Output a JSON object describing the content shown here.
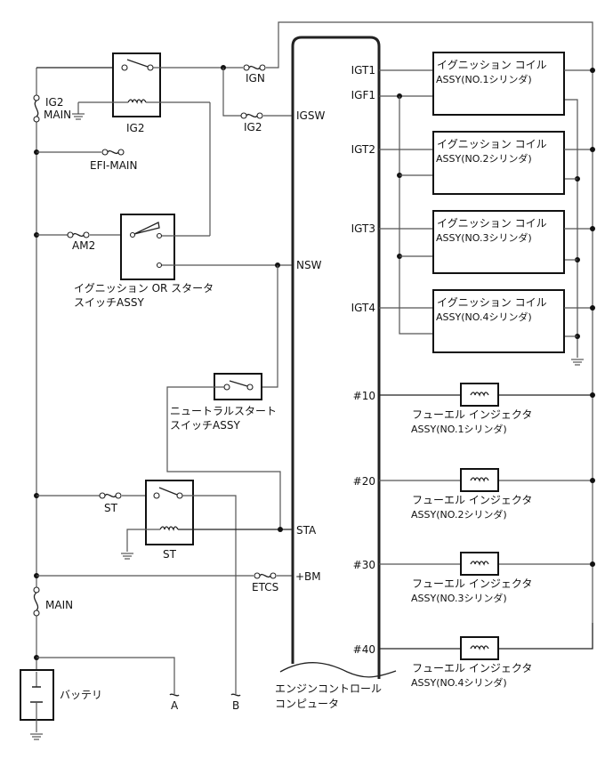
{
  "diagram": {
    "ecu": {
      "label_line1": "エンジンコントロール",
      "label_line2": "コンピュータ",
      "pins_left": [
        "IGSW",
        "NSW",
        "STA",
        "+BM"
      ],
      "pins_right": [
        "IGT1",
        "IGF1",
        "IGT2",
        "IGT3",
        "IGT4",
        "#10",
        "#20",
        "#30",
        "#40"
      ]
    },
    "fuses": {
      "ig2_main_line1": "IG2",
      "ig2_main_line2": "MAIN",
      "ign": "IGN",
      "ig2": "IG2",
      "efi_main": "EFI-MAIN",
      "am2": "AM2",
      "st": "ST",
      "etcs": "ETCS",
      "main": "MAIN"
    },
    "relays": {
      "ig2": "IG2",
      "st": "ST"
    },
    "switches": {
      "ignition_line1": "イグニッション OR スタータ",
      "ignition_line2": "スイッチASSY",
      "neutral_line1": "ニュートラルスタート",
      "neutral_line2": "スイッチASSY"
    },
    "coils": [
      {
        "line1": "イグニッション コイル",
        "line2": "ASSY(NO.1シリンダ)"
      },
      {
        "line1": "イグニッション コイル",
        "line2": "ASSY(NO.2シリンダ)"
      },
      {
        "line1": "イグニッション コイル",
        "line2": "ASSY(NO.3シリンダ)"
      },
      {
        "line1": "イグニッション コイル",
        "line2": "ASSY(NO.4シリンダ)"
      }
    ],
    "injectors": [
      {
        "line1": "フューエル インジェクタ",
        "line2": "ASSY(NO.1シリンダ)"
      },
      {
        "line1": "フューエル インジェクタ",
        "line2": "ASSY(NO.2シリンダ)"
      },
      {
        "line1": "フューエル インジェクタ",
        "line2": "ASSY(NO.3シリンダ)"
      },
      {
        "line1": "フューエル インジェクタ",
        "line2": "ASSY(NO.4シリンダ)"
      }
    ],
    "battery": "バッテリ",
    "connectors": [
      "A",
      "B"
    ]
  }
}
